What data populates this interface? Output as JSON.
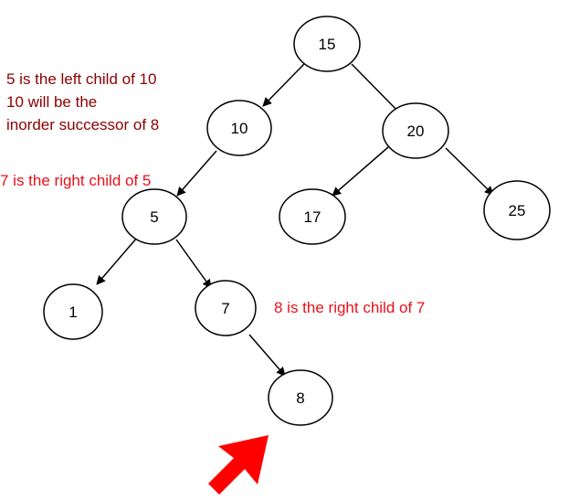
{
  "colors": {
    "note_dark": "#8B0000",
    "note_red": "#E8101A",
    "arrow_pointer": "#FF0000",
    "edge": "#000000",
    "node_stroke": "#000000"
  },
  "tree": {
    "nodes": [
      {
        "id": "n15",
        "label": "15"
      },
      {
        "id": "n10",
        "label": "10"
      },
      {
        "id": "n20",
        "label": "20"
      },
      {
        "id": "n5",
        "label": "5"
      },
      {
        "id": "n17",
        "label": "17"
      },
      {
        "id": "n25",
        "label": "25"
      },
      {
        "id": "n1",
        "label": "1"
      },
      {
        "id": "n7",
        "label": "7"
      },
      {
        "id": "n8",
        "label": "8"
      }
    ],
    "edges": [
      {
        "from": "n15",
        "to": "n10"
      },
      {
        "from": "n15",
        "to": "n20"
      },
      {
        "from": "n10",
        "to": "n5"
      },
      {
        "from": "n20",
        "to": "n17"
      },
      {
        "from": "n20",
        "to": "n25"
      },
      {
        "from": "n5",
        "to": "n1"
      },
      {
        "from": "n5",
        "to": "n7"
      },
      {
        "from": "n7",
        "to": "n8"
      }
    ]
  },
  "notes": {
    "left_child": "5 is the left child of 10",
    "successor_line1": "10 will be the",
    "successor_line2": "inorder successor of 8",
    "right_child_5": "7 is the right child of 5",
    "right_child_7": "8 is the right child of 7"
  }
}
